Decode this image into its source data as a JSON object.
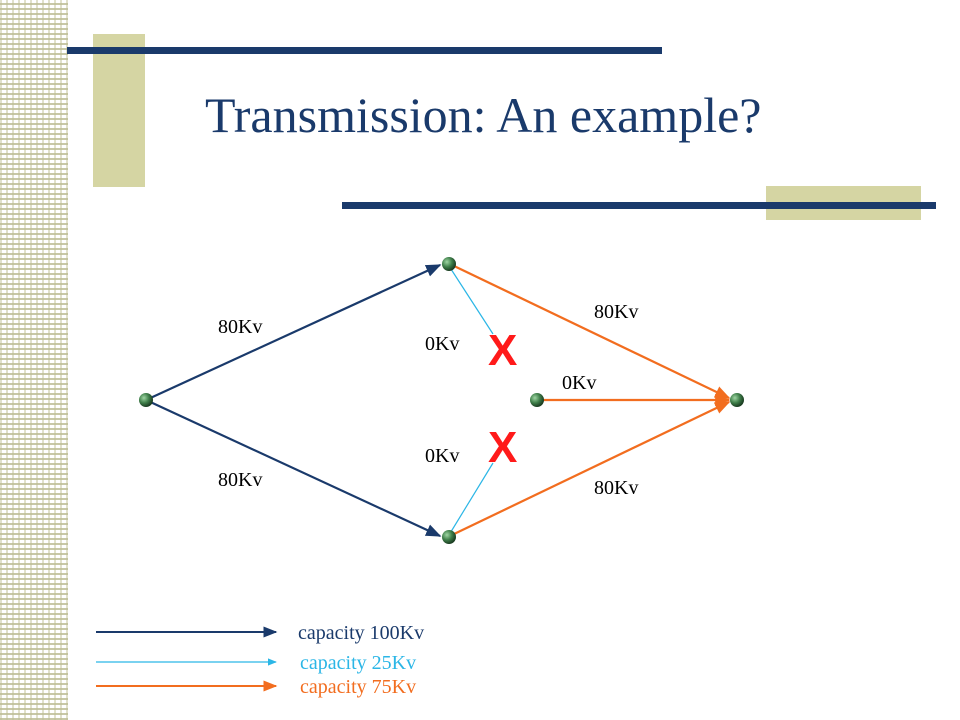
{
  "slide": {
    "title": "Transmission: An example?"
  },
  "colors": {
    "navy": "#1a3a6b",
    "light_blue": "#2bb6e6",
    "orange": "#f26d1f",
    "tan": "#d5d5a3",
    "cross_red": "#ff1a1a"
  },
  "edges": {
    "source_to_top": "80Kv",
    "source_to_bottom": "80Kv",
    "top_cross": "0Kv",
    "bottom_cross": "0Kv",
    "top_to_sink": "80Kv",
    "bottom_to_sink": "80Kv",
    "middle_to_sink": "0Kv"
  },
  "markers": {
    "top": "X",
    "bottom": "X"
  },
  "legend": [
    {
      "label": "capacity 100Kv",
      "color": "#1a3a6b"
    },
    {
      "label": "capacity 25Kv",
      "color": "#2bb6e6"
    },
    {
      "label": "capacity 75Kv",
      "color": "#f26d1f"
    }
  ]
}
